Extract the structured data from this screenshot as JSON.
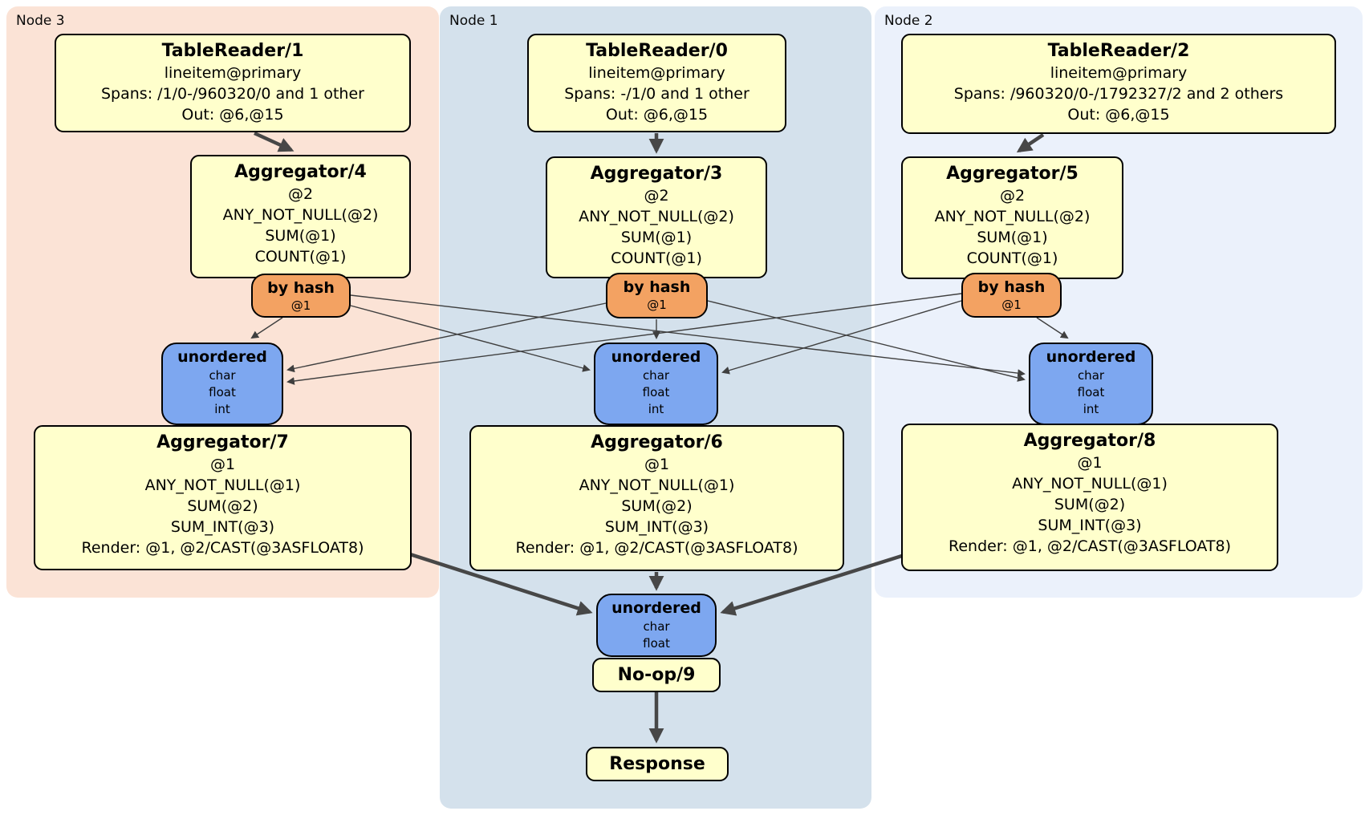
{
  "panels": {
    "node3": {
      "label": "Node 3"
    },
    "node1": {
      "label": "Node 1"
    },
    "node2": {
      "label": "Node 2"
    }
  },
  "processors": {
    "tr1": {
      "title": "TableReader/1",
      "lines": [
        "lineitem@primary",
        "Spans: /1/0-/960320/0 and 1 other",
        "Out: @6,@15"
      ]
    },
    "tr0": {
      "title": "TableReader/0",
      "lines": [
        "lineitem@primary",
        "Spans: -/1/0 and 1 other",
        "Out: @6,@15"
      ]
    },
    "tr2": {
      "title": "TableReader/2",
      "lines": [
        "lineitem@primary",
        "Spans: /960320/0-/1792327/2 and 2 others",
        "Out: @6,@15"
      ]
    },
    "agg4": {
      "title": "Aggregator/4",
      "lines": [
        "@2",
        "ANY_NOT_NULL(@2)",
        "SUM(@1)",
        "COUNT(@1)"
      ]
    },
    "agg3": {
      "title": "Aggregator/3",
      "lines": [
        "@2",
        "ANY_NOT_NULL(@2)",
        "SUM(@1)",
        "COUNT(@1)"
      ]
    },
    "agg5": {
      "title": "Aggregator/5",
      "lines": [
        "@2",
        "ANY_NOT_NULL(@2)",
        "SUM(@1)",
        "COUNT(@1)"
      ]
    },
    "agg7": {
      "title": "Aggregator/7",
      "lines": [
        "@1",
        "ANY_NOT_NULL(@1)",
        "SUM(@2)",
        "SUM_INT(@3)",
        "Render: @1, @2/CAST(@3ASFLOAT8)"
      ]
    },
    "agg6": {
      "title": "Aggregator/6",
      "lines": [
        "@1",
        "ANY_NOT_NULL(@1)",
        "SUM(@2)",
        "SUM_INT(@3)",
        "Render: @1, @2/CAST(@3ASFLOAT8)"
      ]
    },
    "agg8": {
      "title": "Aggregator/8",
      "lines": [
        "@1",
        "ANY_NOT_NULL(@1)",
        "SUM(@2)",
        "SUM_INT(@3)",
        "Render: @1, @2/CAST(@3ASFLOAT8)"
      ]
    },
    "noop": {
      "title": "No-op/9"
    },
    "response": {
      "title": "Response"
    }
  },
  "routers": {
    "bh3": {
      "title": "by hash",
      "detail": "@1"
    },
    "bh1": {
      "title": "by hash",
      "detail": "@1"
    },
    "bh2": {
      "title": "by hash",
      "detail": "@1"
    }
  },
  "syncs": {
    "un3": {
      "title": "unordered",
      "types": [
        "char",
        "float",
        "int"
      ]
    },
    "un1": {
      "title": "unordered",
      "types": [
        "char",
        "float",
        "int"
      ]
    },
    "un2": {
      "title": "unordered",
      "types": [
        "char",
        "float",
        "int"
      ]
    },
    "un1b": {
      "title": "unordered",
      "types": [
        "char",
        "float"
      ]
    }
  },
  "colors": {
    "node3_panel": "#fbe3d6",
    "node1_panel": "#d4e1ec",
    "node2_panel": "#ebf1fb",
    "processor_box": "#ffffcc",
    "router_box": "#f3a262",
    "sync_box": "#7da7f0",
    "edge": "#3f3f3f"
  }
}
